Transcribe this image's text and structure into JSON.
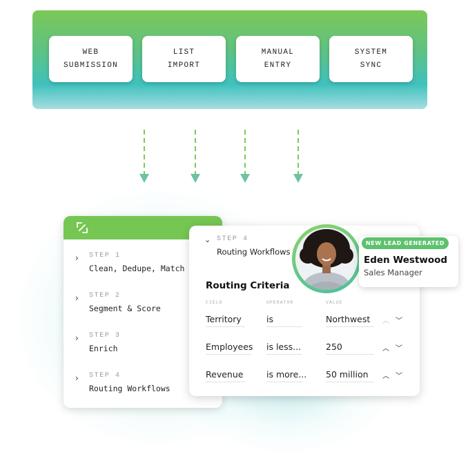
{
  "sources": [
    {
      "line1": "WEB",
      "line2": "SUBMISSION"
    },
    {
      "line1": "LIST",
      "line2": "IMPORT"
    },
    {
      "line1": "MANUAL",
      "line2": "ENTRY"
    },
    {
      "line1": "SYSTEM",
      "line2": "SYNC"
    }
  ],
  "steps": [
    {
      "label": "STEP 1",
      "name": "Clean, Dedupe, Match"
    },
    {
      "label": "STEP 2",
      "name": "Segment & Score"
    },
    {
      "label": "STEP 3",
      "name": "Enrich"
    },
    {
      "label": "STEP 4",
      "name": "Routing Workflows"
    }
  ],
  "routing": {
    "step_label": "STEP 4",
    "step_name": "Routing Workflows",
    "title": "Routing Criteria",
    "columns": {
      "field": "FIELD",
      "operator": "OPERATOR",
      "value": "VALUE"
    },
    "rows": [
      {
        "field": "Territory",
        "operator": "is",
        "value": "Northwest"
      },
      {
        "field": "Employees",
        "operator": "is less...",
        "value": "250"
      },
      {
        "field": "Revenue",
        "operator": "is more...",
        "value": "50 million"
      }
    ]
  },
  "lead": {
    "badge": "NEW LEAD GENERATED",
    "name": "Eden Westwood",
    "title": "Sales Manager"
  },
  "icons": {
    "logo": "expand-arrows-icon",
    "step_chevron": "chevron-right-icon",
    "collapse_chevron": "chevron-down-icon",
    "up": "chevron-up-icon",
    "down": "chevron-down-icon"
  },
  "colors": {
    "green": "#76c654",
    "teal": "#3fc1bd",
    "badge": "#5dc26d"
  }
}
